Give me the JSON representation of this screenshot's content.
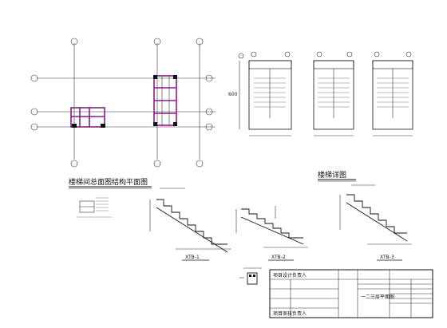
{
  "drawing": {
    "plan_title": "楼梯间总面图结构平面图",
    "detail_title": "楼梯详图",
    "stair_labels": [
      "XTB-1",
      "XTB-2",
      "XTB-3"
    ],
    "title_block": {
      "row1": "项目设计负责人",
      "row2": "项目审核负责人",
      "sheet_title": "一二三层平面图"
    },
    "colors": {
      "line": "#111111",
      "highlight": "#8a1c8a",
      "background": "#ffffff"
    }
  }
}
